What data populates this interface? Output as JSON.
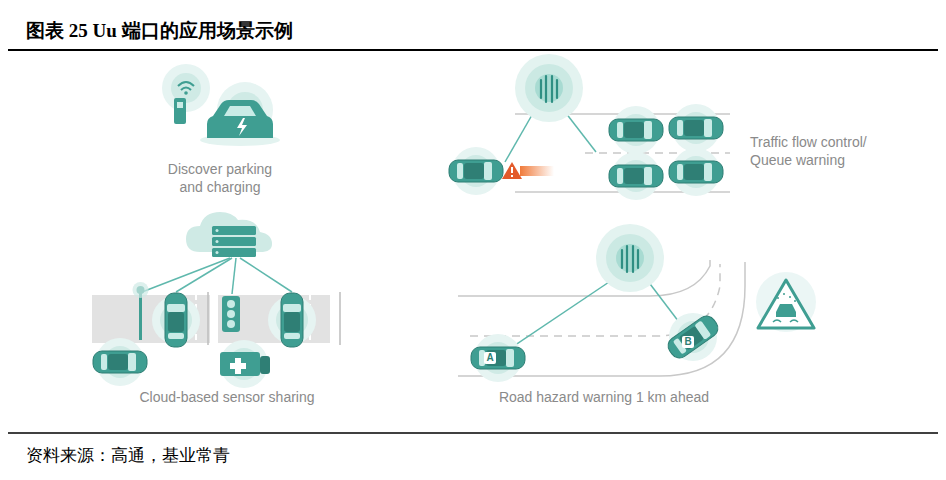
{
  "diagram": {
    "title": "图表 25 Uu 端口的应用场景示例",
    "caption": "资料来源：高通，基业常青",
    "labels": [
      "Discover parking and charging",
      "Traffic flow control/ Queue warning",
      "Cloud-based sensor sharing",
      "Road hazard warning 1 km ahead",
      "A",
      "B"
    ]
  }
}
